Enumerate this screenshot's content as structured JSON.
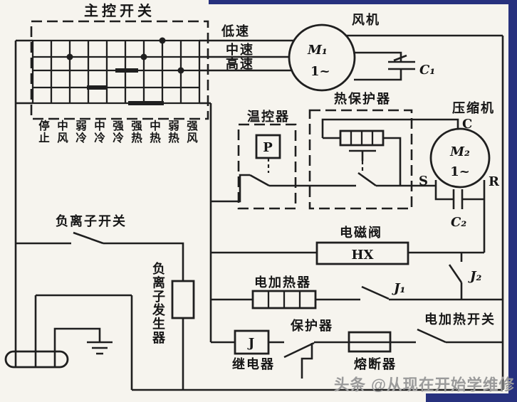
{
  "main_switch": {
    "label": "主控开关",
    "positions": [
      "停止",
      "中风",
      "弱冷",
      "中冷",
      "强冷",
      "强热",
      "中热",
      "弱热",
      "强风"
    ]
  },
  "speed_lines": {
    "low": "低速",
    "mid": "中速",
    "high": "高速"
  },
  "fan": {
    "label": "风机",
    "motor": "M₁",
    "phase": "1~",
    "capacitor": "C₁"
  },
  "thermostat": {
    "label": "温控器",
    "sensor": "P"
  },
  "thermal_protector": {
    "label": "热保护器"
  },
  "compressor": {
    "label": "压缩机",
    "motor": "M₂",
    "phase": "1~",
    "capacitor": "C₂",
    "terminal_c": "C",
    "terminal_s": "S",
    "terminal_r": "R"
  },
  "negative_ion": {
    "switch_label": "负离子开关",
    "generator_label": "负离子发生器"
  },
  "solenoid_valve": {
    "label": "电磁阀",
    "code": "HX"
  },
  "heater": {
    "label": "电加热器"
  },
  "contactors": {
    "j1": "J₁",
    "j2": "J₂"
  },
  "relay": {
    "label": "继电器",
    "coil": "J"
  },
  "protector": {
    "label": "保护器"
  },
  "fuse": {
    "label": "熔断器"
  },
  "heating_switch": {
    "label": "电加热开关"
  },
  "watermark": "头条 @从现在开始学维修",
  "colors": {
    "line": "#1f1f1f",
    "paper": "#f6f4ee",
    "border": "#27317e",
    "watermark": "#9a9a9a"
  }
}
